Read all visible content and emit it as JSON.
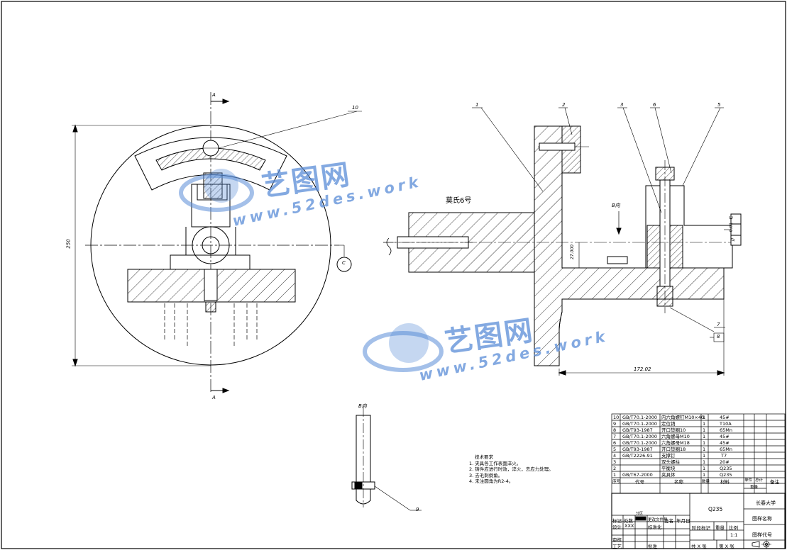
{
  "views": {
    "front": {
      "section_mark_top": "A",
      "section_mark_bottom": "A",
      "dimension": "250",
      "datum": "C",
      "balloon": "10"
    },
    "section": {
      "balloons": [
        "1",
        "2",
        "3",
        "6",
        "5",
        "7",
        "8"
      ],
      "taper_label": "莫氏6号",
      "view_b_arrow": "B向",
      "dimension_length": "172.02",
      "dimension_small": "27.000",
      "tolerance_frame": {
        "symbol": "//",
        "value": "0.01",
        "datum": "C"
      }
    },
    "b_view": {
      "title": "B向",
      "balloon": "9"
    }
  },
  "technical_requirements": {
    "title": "技术要求",
    "items": [
      "1. 夹具各工作表面淬火。",
      "2. 铸件应进行时效，淬火，去应力处理。",
      "3. 去毛刺倒角。",
      "4. 未注圆角为R2-4。"
    ]
  },
  "bom": {
    "rows": [
      {
        "no": "10",
        "code": "GB/T70.1-2000",
        "name": "内六角螺钉M10×40",
        "qty": "1",
        "material": "45#"
      },
      {
        "no": "9",
        "code": "GB/T70.1-2000",
        "name": "定位销",
        "qty": "1",
        "material": "T10A"
      },
      {
        "no": "8",
        "code": "GB/T93-1987",
        "name": "开口垫圈10",
        "qty": "1",
        "material": "65Mn"
      },
      {
        "no": "7",
        "code": "GB/T70.1-2000",
        "name": "六角螺母M10",
        "qty": "1",
        "material": "45#"
      },
      {
        "no": "6",
        "code": "GB/T70.1-2000",
        "name": "六角螺母M18",
        "qty": "1",
        "material": "45#"
      },
      {
        "no": "5",
        "code": "GB/T93-1987",
        "name": "开口垫圈18",
        "qty": "1",
        "material": "65Mn"
      },
      {
        "no": "4",
        "code": "GB/T2226-91",
        "name": "支撑钉",
        "qty": "1",
        "material": "T7"
      },
      {
        "no": "3",
        "code": "",
        "name": "双头螺柱",
        "qty": "1",
        "material": "20#"
      },
      {
        "no": "2",
        "code": "",
        "name": "平衡块",
        "qty": "1",
        "material": "Q235"
      },
      {
        "no": "1",
        "code": "GB/T67-2000",
        "name": "夹具体",
        "qty": "1",
        "material": "Q235"
      }
    ],
    "header": {
      "no": "序号",
      "code": "代号",
      "name": "名称",
      "qty": "数量",
      "material": "材料",
      "unit_weight": "单件",
      "total_weight": "总计",
      "weight": "重量",
      "remark": "备注"
    }
  },
  "title_block": {
    "material_mark": "Q235",
    "school": "长春大学",
    "drawing_name": "图样名称",
    "drawing_code": "图样代号",
    "scale_label": "比例",
    "scale": "1:1",
    "weight_label": "重量",
    "stage_label": "阶段标记",
    "designer_label": "设计",
    "designer": "XXX",
    "standard_label": "标准化",
    "revise_label": "标记",
    "zones_label": "处数",
    "partition_label": "分区",
    "doc_label": "更改文件号",
    "sign_label": "签名",
    "date_label": "年月日",
    "review_label": "审核",
    "process_label": "工艺",
    "approve_label": "批准",
    "sheets_total": "共 X 张",
    "sheet_no": "第 X 张"
  },
  "watermark": {
    "brand": "艺图网",
    "url": "www.52des.work",
    "color": "#5a8cd7"
  }
}
